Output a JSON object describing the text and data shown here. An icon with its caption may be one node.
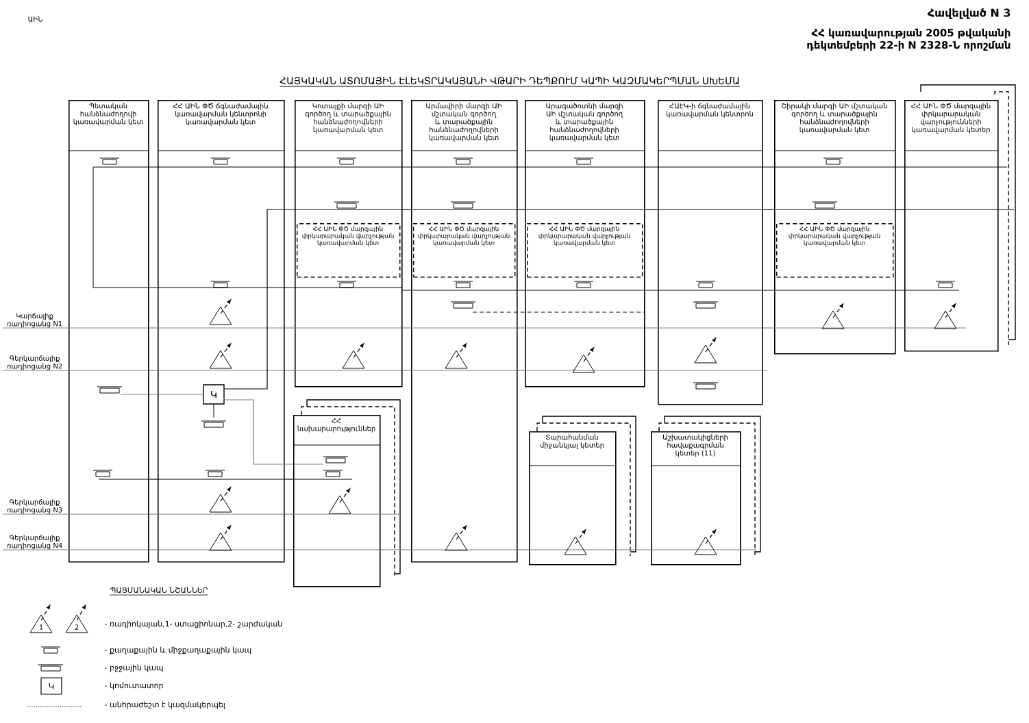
{
  "diagram": {
    "title": "ՀԱՅԿԱԿԱՆ ԱՏՈՄԱՅԻՆ ԷԼԵԿՏՐԱԿԱՅԱՆԻ ՎԹԱՐԻ ԴԵՊՔՈՒՄ ԿԱՊԻ ԿԱԶՄԱԿԵՐՊՄԱՆ ՍԽԵՄԱ",
    "nodes": [
      {
        "text": [
          "Պետական հանձնաժողովի կառավարման կետ"
        ]
      },
      {
        "text": [
          "ՀՀ ԱԻՆ ՓԾ ճգնաժամային կառավարման կենտրոնի կառավարման կետ"
        ]
      },
      {
        "text": [
          "Կոտայքի մարզի ԱԻ գործող և տարածքային հանձնաժողովների կառավարման կետ"
        ]
      },
      {
        "text": [
          "Արմավիրի մարզի ԱԻ մշտական գործող և տարածքային հանձնաժողովների կառավարման կետ"
        ]
      },
      {
        "text": [
          "Արագածոտնի մարզի ԱԻ մշտական գործող և տարածքային հանձնաժողովների կառավարման կետ"
        ]
      },
      {
        "text": [
          "ՀԱԷԿ-ի ճգնաժամային կառավարման կենտրոն"
        ]
      },
      {
        "text": [
          "Շիրակի մարզի ԱԻ մշտական գործող և տարածքային հանձնաժողովների կառավարման կետ"
        ]
      },
      {
        "text": [
          "ՀՀ ԱԻՆ ՓԾ մարզային փրկարարական վարչությունների կառավարման կետեր"
        ]
      },
      {
        "text": [
          "ՀՀ ԱԻՆ ՓԾ մարզային փրկարարական վարչության կառավարման կետ"
        ],
        "in": 2
      },
      {
        "text": [
          "ՀՀ ԱԻՆ ՓԾ մարզային փրկարարական վարչության կառավարման կետ"
        ],
        "in": 3
      },
      {
        "text": [
          "ՀՀ ԱԻՆ ՓԾ մարզային փրկարարական վարչության կառավարման կետ"
        ],
        "in": 4
      },
      {
        "text": [
          "ՀՀ ԱԻՆ ՓԾ մարզային փրկարարական վարչության կառավարման կետ"
        ],
        "in": 6
      },
      {
        "text": [
          "Կ"
        ],
        "in": 1
      },
      {
        "text": [
          "ՀՀ նախարարություններ"
        ]
      },
      {
        "text": [
          "Տարահանման միջանկյալ կետեր"
        ]
      },
      {
        "text": [
          "Աշխատակիցների հավաքագրման կետեր (11)"
        ]
      },
      {
        "text": [
          "Կարճալիք ռադիոցանց N1"
        ]
      },
      {
        "text": [
          "Գերկարճալիք ռադիոցանց N2"
        ]
      },
      {
        "text": [
          "Գերկարճալիք ռադիոցանց N3"
        ]
      },
      {
        "text": [
          "Գերկարճալիք ռադիոցանց N4"
        ]
      }
    ],
    "edges": [
      {
        "from": 12,
        "to": 13,
        "arrow": "none"
      },
      {
        "from": 12,
        "to": 2,
        "arrow": "none",
        "color": "#000000"
      },
      {
        "from": 2,
        "to": 3,
        "arrow": "none",
        "color": "#000000"
      },
      {
        "from": 3,
        "to": 4,
        "arrow": "none",
        "color": "#000000"
      },
      {
        "from": 4,
        "to": 5,
        "arrow": "none",
        "color": "#000000"
      },
      {
        "from": 5,
        "to": 6,
        "arrow": "none",
        "color": "#000000"
      },
      {
        "from": 6,
        "to": 7,
        "arrow": "none",
        "color": "#000000"
      },
      {
        "from": 0,
        "to": 12,
        "arrow": "none"
      },
      {
        "from": 0,
        "to": 1,
        "arrow": "none",
        "color": "#000000"
      },
      {
        "from": 1,
        "to": 13,
        "arrow": "none",
        "color": "#000000"
      },
      {
        "from": 16,
        "to": 0,
        "arrow": "none"
      },
      {
        "from": 0,
        "to": 1,
        "arrow": "none"
      },
      {
        "from": 1,
        "to": 2,
        "arrow": "none"
      },
      {
        "from": 2,
        "to": 3,
        "arrow": "none"
      },
      {
        "from": 3,
        "to": 4,
        "arrow": "none"
      },
      {
        "from": 4,
        "to": 5,
        "arrow": "none"
      },
      {
        "from": 5,
        "to": 6,
        "arrow": "none"
      },
      {
        "from": 6,
        "to": 7,
        "arrow": "none"
      },
      {
        "from": 17,
        "to": 0,
        "arrow": "none"
      },
      {
        "from": 0,
        "to": 1,
        "arrow": "none"
      },
      {
        "from": 1,
        "to": 2,
        "arrow": "none"
      },
      {
        "from": 2,
        "to": 3,
        "arrow": "none"
      },
      {
        "from": 3,
        "to": 4,
        "arrow": "none"
      },
      {
        "from": 4,
        "to": 5,
        "arrow": "none"
      },
      {
        "from": 18,
        "to": 0,
        "arrow": "none"
      },
      {
        "from": 0,
        "to": 1,
        "arrow": "none"
      },
      {
        "from": 1,
        "to": 13,
        "arrow": "none"
      },
      {
        "from": 19,
        "to": 0,
        "arrow": "none"
      },
      {
        "from": 0,
        "to": 1,
        "arrow": "none"
      },
      {
        "from": 1,
        "to": 13,
        "arrow": "none"
      },
      {
        "from": 13,
        "to": 3,
        "arrow": "none"
      },
      {
        "from": 3,
        "to": 14,
        "arrow": "none"
      },
      {
        "from": 14,
        "to": 15,
        "arrow": "none"
      }
    ],
    "labels": [
      "ԱԻՆ",
      "Հավելված N 3",
      "ՀՀ կառավարության 2005 թվականի դեկտեմբերի 22-ի N 2328-Ն որոշման",
      "ՊԱՅՄԱՆԱԿԱՆ ՆՇԱՆՆԵՐ",
      "1",
      "2",
      "Կ"
    ],
    "legend": [
      {
        "text": "- ռադիոկայան,1- ստացիոնար,2- շարժական"
      },
      {
        "text": "- քաղաքային և միջքաղաքային կապ"
      },
      {
        "text": "- բջջային կապ"
      },
      {
        "text": "- կոմուտատոր"
      },
      {
        "text": "- անհրաժեշտ է կազմակերպել"
      }
    ]
  }
}
